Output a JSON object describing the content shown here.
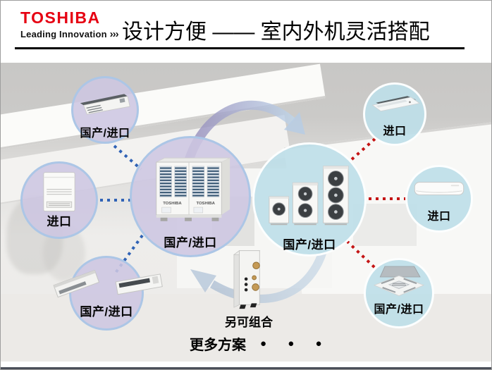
{
  "header": {
    "brand": "TOSHIBA",
    "tagline": "Leading Innovation",
    "chevrons": "›››",
    "title": "设计方便 —— 室内外机灵活搭配"
  },
  "bubbles": {
    "duct_top_left": {
      "label": "国产/进口",
      "icon": "duct-indoor-unit"
    },
    "console_left": {
      "label": "进口",
      "icon": "floor-console-indoor-unit"
    },
    "ducts_bottom_left": {
      "label": "国产/进口",
      "icon": "slim-duct-indoor-units"
    },
    "outdoor_vrf": {
      "label": "国产/进口",
      "brand": "TOSHIBA",
      "icon": "vrf-outdoor-units"
    },
    "outdoor_modular": {
      "label": "国产/进口",
      "icon": "mini-vrf-outdoor-units"
    },
    "ceiling_top_right": {
      "label": "进口",
      "icon": "one-way-cassette-indoor-unit"
    },
    "wall_right": {
      "label": "进口",
      "icon": "wall-mounted-indoor-unit"
    },
    "cassette_bottom_right": {
      "label": "国产/进口",
      "icon": "four-way-cassette-indoor-unit"
    }
  },
  "footer": {
    "combine_label": "另可组合",
    "more_label": "更多方案",
    "dots": "● ● ●"
  },
  "colors": {
    "brand_red": "#e60012",
    "dotted_blue": "#2f62b5",
    "dotted_red": "#c41414",
    "circle_lavender": "#cdc6e1",
    "circle_blue": "#bedee8",
    "arrow_purple": "#9287b8",
    "arrow_blue": "#bed4e9"
  }
}
